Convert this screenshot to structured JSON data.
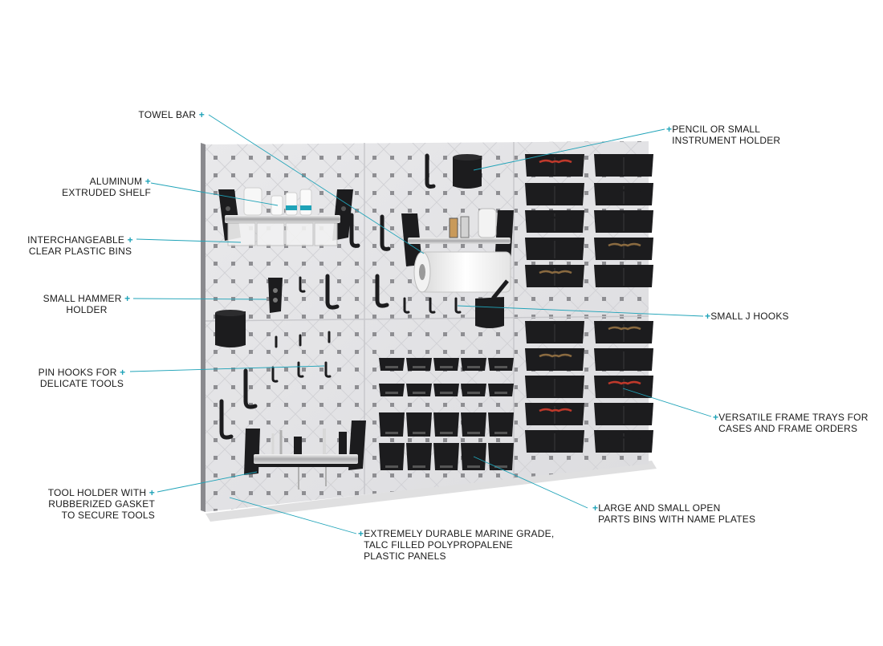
{
  "colors": {
    "accent": "#1fa3b8",
    "panel": "#e6e6e8",
    "hardware": "#1c1c1e",
    "text": "#1a1a1a"
  },
  "callouts": {
    "towel_bar": {
      "lines": [
        "TOWEL BAR"
      ]
    },
    "aluminum_shelf": {
      "lines": [
        "ALUMINUM",
        "EXTRUDED SHELF"
      ]
    },
    "plastic_bins": {
      "lines": [
        "INTERCHANGEABLE",
        "CLEAR PLASTIC BINS"
      ]
    },
    "hammer_holder": {
      "lines": [
        "SMALL HAMMER",
        "HOLDER"
      ]
    },
    "pin_hooks": {
      "lines": [
        "PIN HOOKS FOR",
        "DELICATE TOOLS"
      ]
    },
    "tool_holder": {
      "lines": [
        "TOOL HOLDER WITH",
        "RUBBERIZED GASKET",
        "TO SECURE TOOLS"
      ]
    },
    "pencil_holder": {
      "lines": [
        "PENCIL OR SMALL",
        "INSTRUMENT HOLDER"
      ]
    },
    "j_hooks": {
      "lines": [
        "SMALL J HOOKS"
      ]
    },
    "frame_trays": {
      "lines": [
        "VERSATILE FRAME TRAYS FOR",
        "CASES AND FRAME ORDERS"
      ]
    },
    "parts_bins": {
      "lines": [
        "LARGE AND SMALL OPEN",
        "PARTS BINS WITH NAME PLATES"
      ]
    },
    "marine_panels": {
      "lines": [
        "EXTREMELY DURABLE MARINE GRADE,",
        "TALC FILLED POLYPROPALENE",
        "PLASTIC PANELS"
      ]
    }
  }
}
